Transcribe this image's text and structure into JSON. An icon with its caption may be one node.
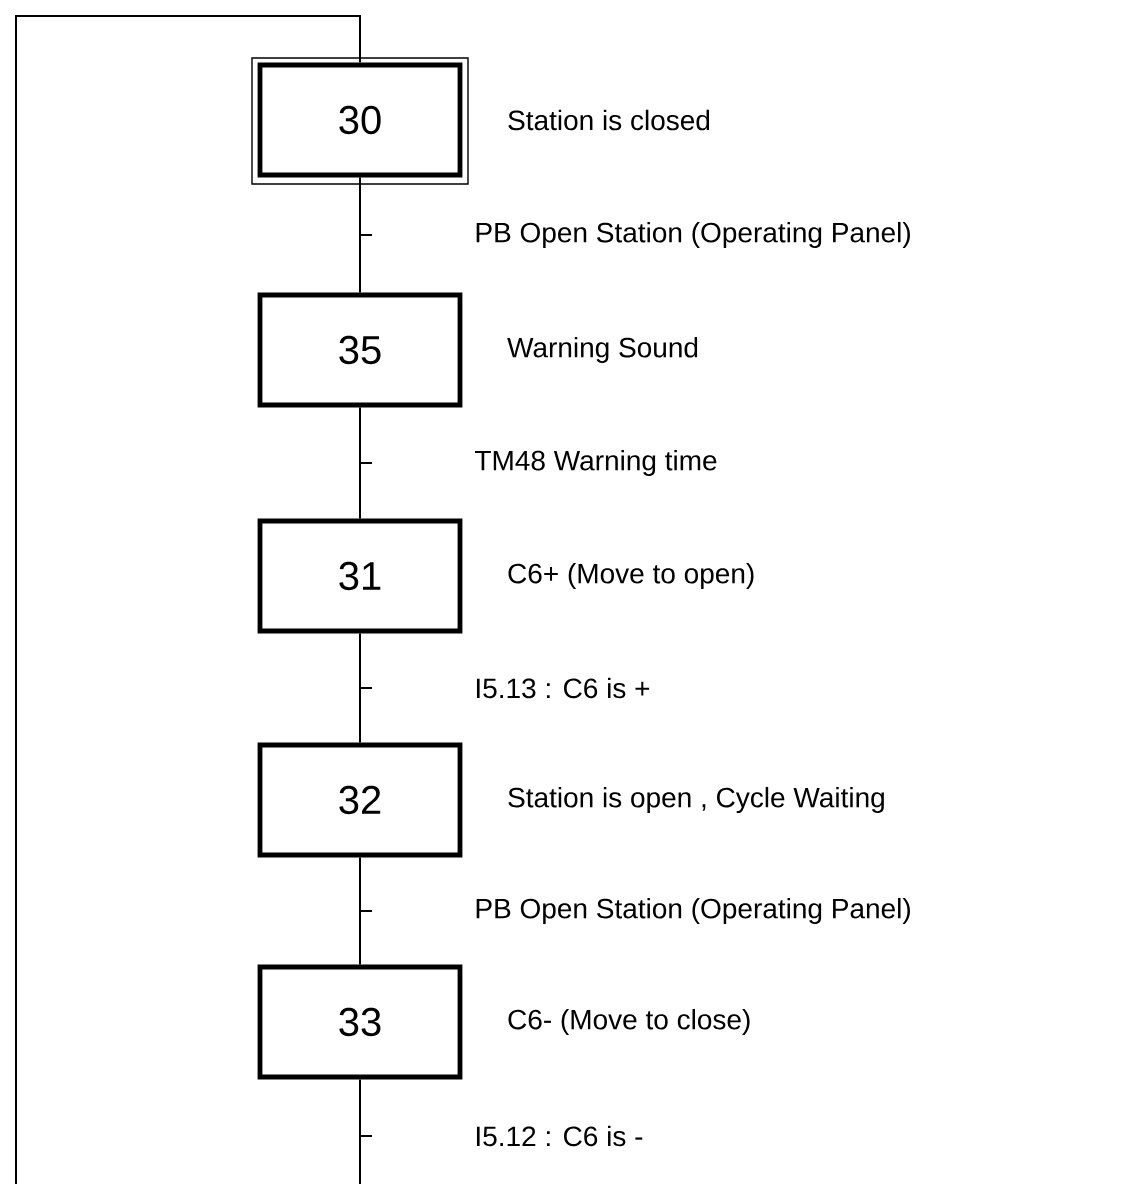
{
  "diagram": {
    "nodes": [
      {
        "text": [
          "30"
        ],
        "beside": [
          "Station is closed"
        ]
      },
      {
        "text": [
          "35"
        ],
        "beside": [
          "Warning Sound"
        ]
      },
      {
        "text": [
          "31"
        ],
        "beside": [
          "C6+ (Move to open)"
        ]
      },
      {
        "text": [
          "32"
        ],
        "beside": [
          "Station is open , Cycle Waiting"
        ]
      },
      {
        "text": [
          "33"
        ],
        "beside": [
          "C6- (Move to close)"
        ]
      }
    ],
    "edges": [
      {
        "from": 0,
        "to": 1,
        "arrow": "none",
        "label": "PB Open Station (Operating Panel)"
      },
      {
        "from": 1,
        "to": 2,
        "arrow": "none",
        "label": "TM48 Warning time"
      },
      {
        "from": 2,
        "to": 3,
        "arrow": "none",
        "label": "I5.13 : C6 is +"
      },
      {
        "from": 3,
        "to": 4,
        "arrow": "none",
        "label": "PB Open Station (Operating Panel)"
      },
      {
        "from": 4,
        "to": 0,
        "arrow": "none",
        "label": "I5.12 : C6 is -"
      }
    ]
  }
}
